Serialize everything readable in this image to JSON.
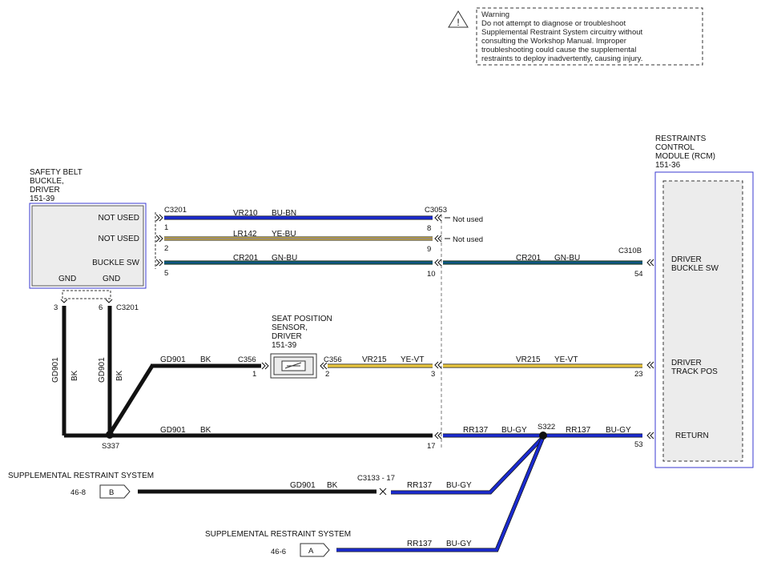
{
  "warning": {
    "title": "Warning",
    "lines": [
      "Do not attempt to diagnose or troubleshoot",
      "Supplemental Restraint System circuitry without",
      "consulting the Workshop Manual. Improper",
      "troubleshooting could cause the supplemental",
      "restraints to deploy inadvertently, causing injury."
    ]
  },
  "buckle": {
    "title_lines": [
      "SAFETY BELT",
      "BUCKLE,",
      "DRIVER",
      "151-39"
    ],
    "pins": [
      "NOT USED",
      "NOT USED",
      "BUCKLE SW"
    ],
    "gnd_left": "GND",
    "gnd_right": "GND",
    "connector": "C3201",
    "pin_numbers": [
      "1",
      "2",
      "5"
    ],
    "gnd_pins": [
      "3",
      "6"
    ],
    "gnd_connector": "C3201"
  },
  "rcm": {
    "title_lines": [
      "RESTRAINTS",
      "CONTROL",
      "MODULE (RCM)",
      "151-36"
    ],
    "pins": [
      {
        "lines": [
          "DRIVER",
          "BUCKLE SW"
        ],
        "num": "54"
      },
      {
        "lines": [
          "DRIVER",
          "TRACK POS"
        ],
        "num": "23"
      },
      {
        "lines": [
          "RETURN"
        ],
        "num": "53"
      }
    ],
    "connector": "C310B"
  },
  "seat_sensor": {
    "title_lines": [
      "SEAT POSITION",
      "SENSOR,",
      "DRIVER",
      "151-39"
    ],
    "left_connector": "C356",
    "left_pin": "1",
    "right_connector": "C356",
    "right_pin": "2"
  },
  "inline_connector": {
    "name": "C3053",
    "pins": [
      "8",
      "9",
      "10",
      "3",
      "17"
    ],
    "not_used": [
      "Not used",
      "Not used"
    ]
  },
  "wires": {
    "w1": {
      "circuit": "VR210",
      "color": "BU-BN"
    },
    "w2": {
      "circuit": "LR142",
      "color": "YE-BU"
    },
    "w3a": {
      "circuit": "CR201",
      "color": "GN-BU"
    },
    "w3b": {
      "circuit": "CR201",
      "color": "GN-BU"
    },
    "gd_left1": {
      "circuit": "GD901",
      "color": "BK"
    },
    "gd_left2": {
      "circuit": "GD901",
      "color": "BK"
    },
    "gd_sensor": {
      "circuit": "GD901",
      "color": "BK"
    },
    "vr215a": {
      "circuit": "VR215",
      "color": "YE-VT"
    },
    "vr215b": {
      "circuit": "VR215",
      "color": "YE-VT"
    },
    "gd_return": {
      "circuit": "GD901",
      "color": "BK"
    },
    "rr_a": {
      "circuit": "RR137",
      "color": "BU-GY"
    },
    "rr_b": {
      "circuit": "RR137",
      "color": "BU-GY"
    },
    "gd_srs": {
      "circuit": "GD901",
      "color": "BK"
    },
    "rr_c": {
      "circuit": "RR137",
      "color": "BU-GY"
    },
    "rr_d": {
      "circuit": "RR137",
      "color": "BU-GY"
    }
  },
  "splices": {
    "s337": "S337",
    "s322": "S322"
  },
  "srs_b": {
    "title": "SUPPLEMENTAL RESTRAINT SYSTEM",
    "ref": "46-8",
    "letter": "B",
    "connector": "C3133 - 17"
  },
  "srs_a": {
    "title": "SUPPLEMENTAL RESTRAINT SYSTEM",
    "ref": "46-6",
    "letter": "A"
  },
  "colors": {
    "blue": "#1b2bd0",
    "yellow": "#e8c640",
    "green": "#0f6b5a",
    "black": "#111111",
    "module_fill": "#ececec",
    "module_border": "#3a3ad0"
  }
}
